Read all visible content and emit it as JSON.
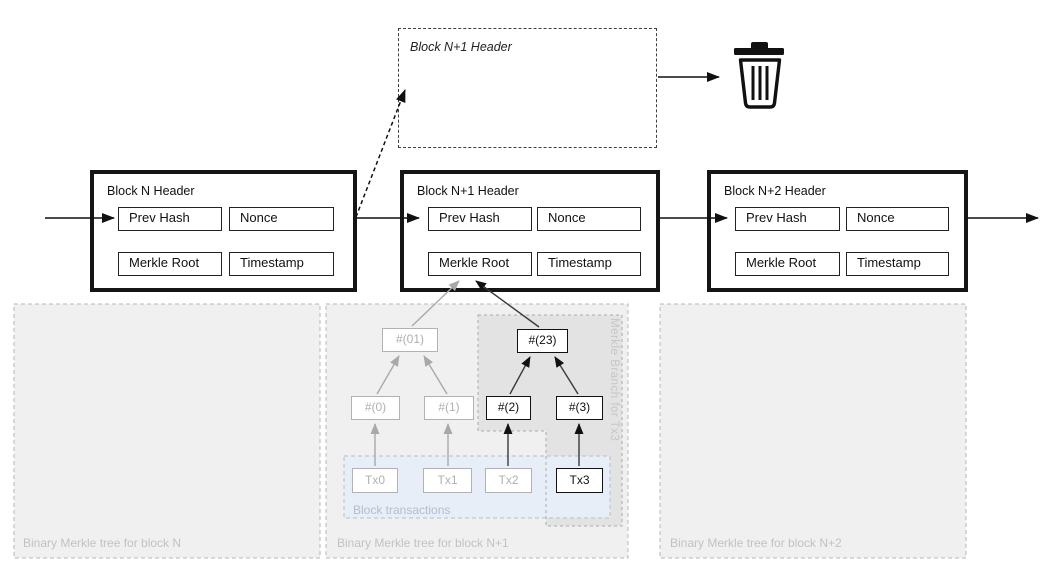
{
  "diagram_title": "Blockchain block headers with binary Merkle trees (SPV / Merkle branch pruning)",
  "ghost_header": {
    "label": "Block N+1 Header"
  },
  "chain": {
    "headers": [
      {
        "title": "Block N Header",
        "fields": [
          "Prev Hash",
          "Nonce",
          "Merkle Root",
          "Timestamp"
        ]
      },
      {
        "title": "Block N+1 Header",
        "fields": [
          "Prev Hash",
          "Nonce",
          "Merkle Root",
          "Timestamp"
        ]
      },
      {
        "title": "Block N+2 Header",
        "fields": [
          "Prev Hash",
          "Nonce",
          "Merkle Root",
          "Timestamp"
        ]
      }
    ]
  },
  "merkle_regions": [
    {
      "label": "Binary Merkle tree for block N"
    },
    {
      "label": "Binary Merkle tree for block N+1"
    },
    {
      "label": "Binary Merkle tree for block N+2"
    }
  ],
  "tree": {
    "nodes": {
      "h01": "#(01)",
      "h23": "#(23)",
      "h0": "#(0)",
      "h1": "#(1)",
      "h2": "#(2)",
      "h3": "#(3)",
      "tx0": "Tx0",
      "tx1": "Tx1",
      "tx2": "Tx2",
      "tx3": "Tx3"
    }
  },
  "annotations": {
    "block_transactions": "Block transactions",
    "merkle_branch": "Merkle Branch for Tx3"
  },
  "icons": {
    "trash": "trash"
  },
  "colors": {
    "ink": "#111111",
    "pruned_gray": "#b0b0b0",
    "region_fill": "#f0f0f0",
    "branch_fill": "#e3e3e3",
    "tx_band_fill": "#e7eef7"
  }
}
